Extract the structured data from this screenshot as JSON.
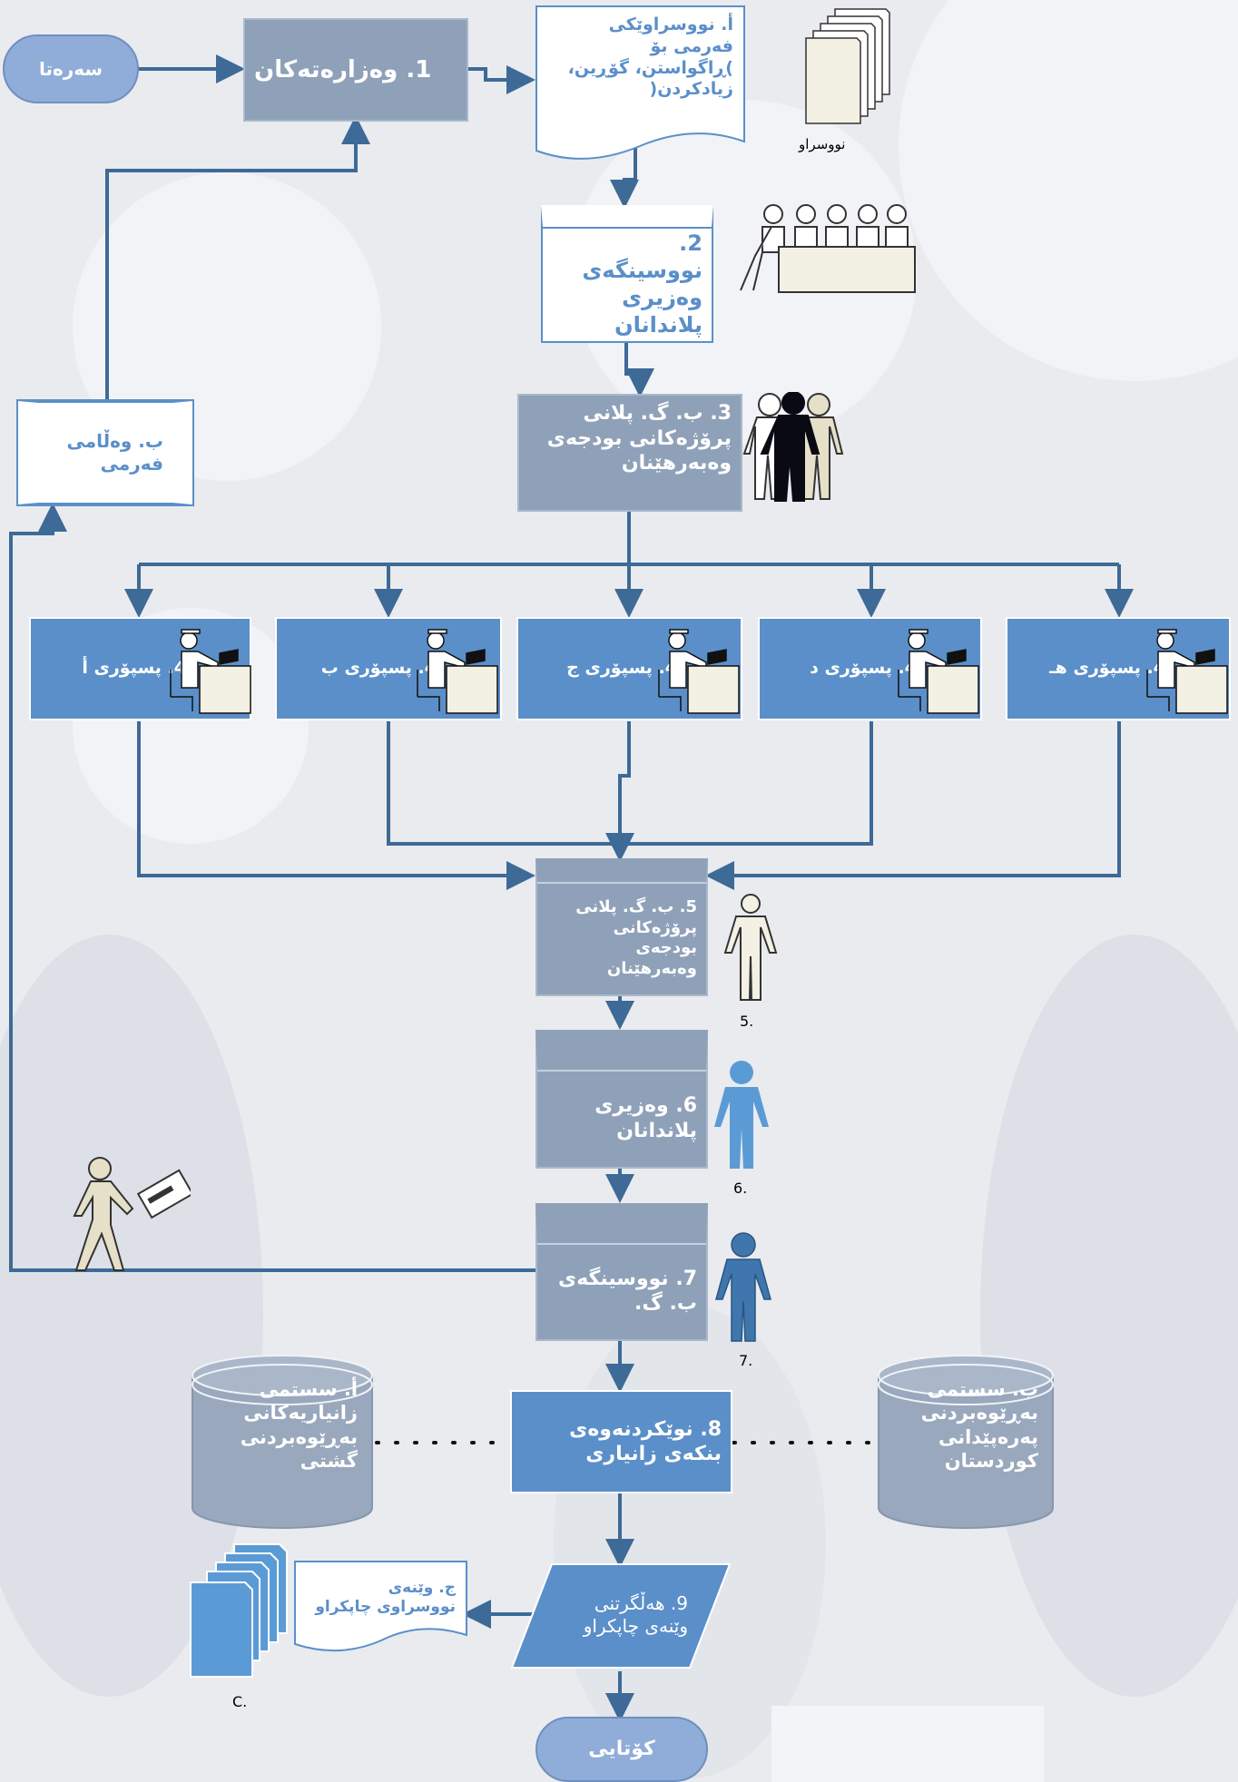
{
  "nodes": {
    "start": "سەرەتا",
    "n1": "1. وەزارەتەکان",
    "doc_a": "أ. نووسراوێکی فەرمی بۆ )ڕاگواستن، گۆڕین، زیادکردن(",
    "doc_label": "نووسراو",
    "n2": "2. نووسینگەی وەزیری پلاندانان",
    "n3": "3. ب. گ. پلانی پرۆژەکانی بودجەی وەبەرهێنان",
    "reply_b": "ب. وەڵامی فەرمی",
    "experts": [
      "4. پسپۆری أ",
      "4. پسپۆری ب",
      "4. پسپۆری ج",
      "4. پسپۆری د",
      "4. پسپۆری هـ"
    ],
    "n5": "5. ب. گ. پلانی پرۆژەکانی بودجەی وەبەرهێنان",
    "n5_cap": "5.",
    "n6": "6. وەزیری پلاندانان",
    "n6_cap": "6.",
    "n7": "7. نووسینگەی ب. گ.",
    "n7_cap": "7.",
    "n8": "8. نوێکردنەوەی بنکەی زانیاری",
    "db_a": "أ. سستمی زانیاریەکانی بەڕێوەبردنی گشتی",
    "db_b": "ب. سستمی بەڕێوەبردنی پەرەپێدانی کوردستان",
    "n9": "9. هەڵگرتنی وێنەی چاپکراو",
    "doc_c": "ج. وێنەی نووسراوی چاپکراو",
    "doc_c_cap": "C.",
    "end": "کۆتایی"
  },
  "colors": {
    "dark_box": "#8fa1b8",
    "mid_box": "#5b8fc9",
    "arrow": "#3d6a96",
    "background": "#e9ebef"
  }
}
